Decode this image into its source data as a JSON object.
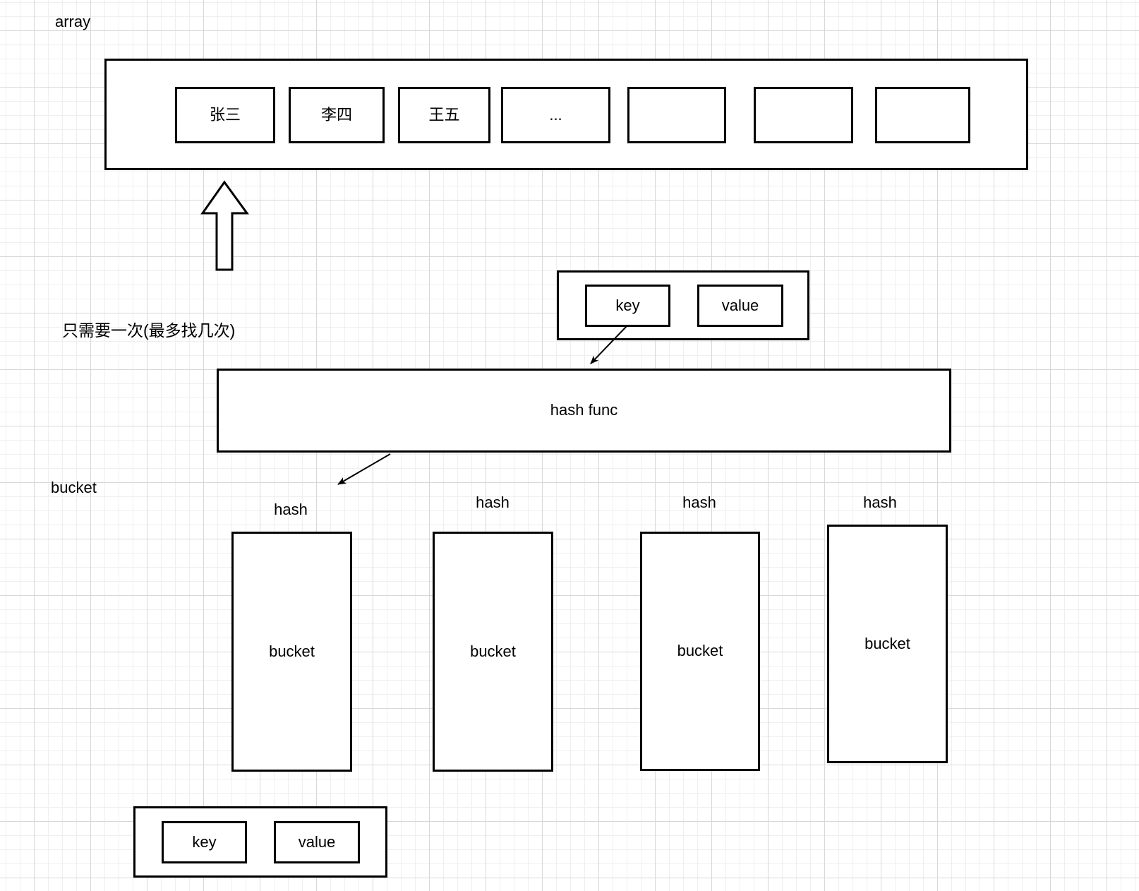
{
  "canvas": {
    "background": "#ffffff",
    "grid_minor_color": "#efefef",
    "grid_major_color": "#d8d8d8",
    "stroke_color": "#000000"
  },
  "labels": {
    "array": "array",
    "note": "只需要一次(最多找几次)",
    "bucket_side": "bucket",
    "hash_func": "hash func"
  },
  "array_cells": [
    {
      "label": "张三"
    },
    {
      "label": "李四"
    },
    {
      "label": "王五"
    },
    {
      "label": "..."
    },
    {
      "label": ""
    },
    {
      "label": ""
    },
    {
      "label": ""
    }
  ],
  "kv_top": {
    "key": "key",
    "value": "value"
  },
  "kv_bottom": {
    "key": "key",
    "value": "value"
  },
  "buckets": [
    {
      "hash": "hash",
      "label": "bucket"
    },
    {
      "hash": "hash",
      "label": "bucket"
    },
    {
      "hash": "hash",
      "label": "bucket"
    },
    {
      "hash": "hash",
      "label": "bucket"
    }
  ],
  "icons": {
    "up_arrow": "hollow-up-arrow",
    "arrow_1": "arrow-key-to-hashfunc",
    "arrow_2": "arrow-hashfunc-to-bucket"
  }
}
